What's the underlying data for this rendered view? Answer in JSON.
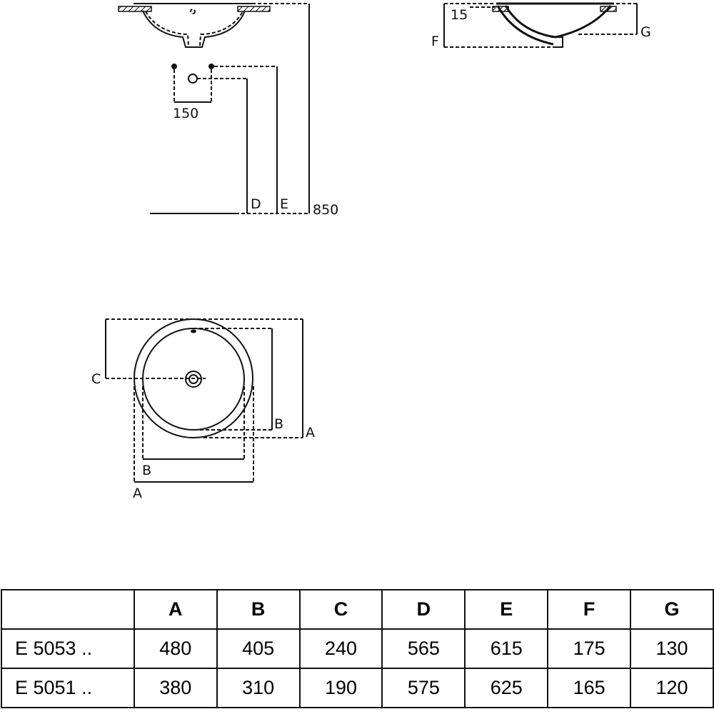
{
  "side_view": {
    "dim_150": "150",
    "label_d": "D",
    "label_e": "E",
    "dim_850": "850"
  },
  "section_view": {
    "dim_15": "15",
    "label_f": "F",
    "label_g": "G"
  },
  "plan_view": {
    "label_c": "C",
    "label_b_right": "B",
    "label_a_right": "A",
    "label_b_bottom": "B",
    "label_a_bottom": "A"
  },
  "table": {
    "headers": [
      "",
      "A",
      "B",
      "C",
      "D",
      "E",
      "F",
      "G"
    ],
    "rows": [
      [
        "E 5053 ..",
        "480",
        "405",
        "240",
        "565",
        "615",
        "175",
        "130"
      ],
      [
        "E 5051 ..",
        "380",
        "310",
        "190",
        "575",
        "625",
        "165",
        "120"
      ]
    ]
  }
}
